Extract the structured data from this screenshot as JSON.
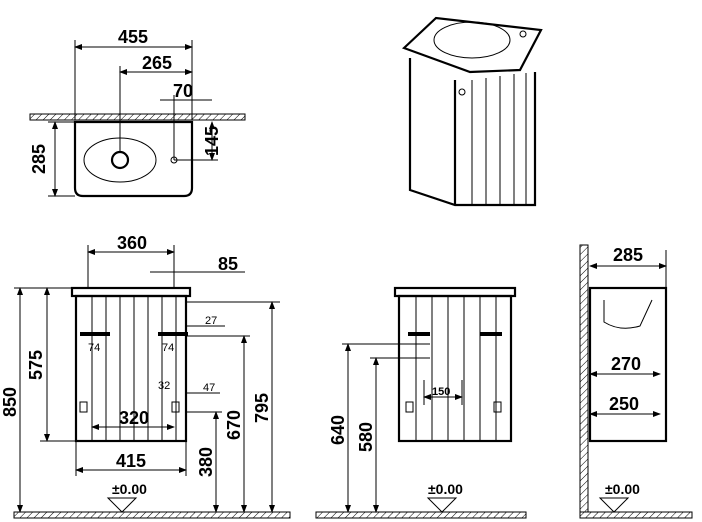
{
  "top_view": {
    "width_total": "455",
    "tap_offset": "265",
    "tap_to_edge": "70",
    "tap_depth": "145",
    "depth": "285"
  },
  "front_view": {
    "top_width": "360",
    "side_gap": "85",
    "drawer_offset": "27",
    "lower_offset": "47",
    "lower_gap": "32",
    "hinge_left": "74",
    "hinge_right": "74",
    "inner_width": "320",
    "bottom_width": "415",
    "total_height": "850",
    "cabinet_height": "575",
    "height_670": "670",
    "height_795": "795",
    "height_380": "380",
    "floor_level": "±0.00"
  },
  "middle_view": {
    "center_spacing": "150",
    "height_640": "640",
    "height_580": "580",
    "floor_level": "±0.00"
  },
  "side_view": {
    "depth_top": "285",
    "depth_mid": "270",
    "depth_bottom": "250",
    "floor_level": "±0.00"
  }
}
